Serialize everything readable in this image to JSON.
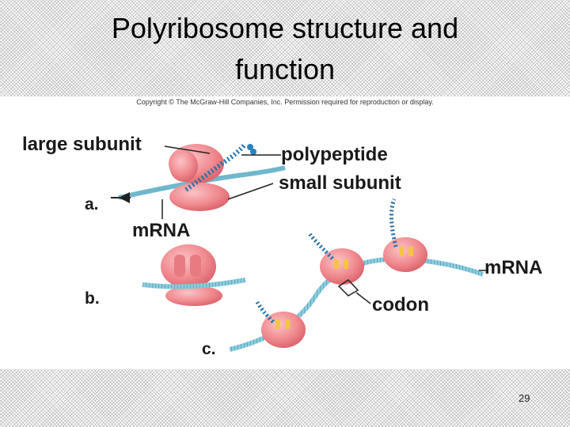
{
  "slide": {
    "title_line1": "Polyribosome structure and",
    "title_line2": "function",
    "copyright": "Copyright © The McGraw-Hill Companies, Inc. Permission required for reproduction or display.",
    "page_number": "29"
  },
  "labels": {
    "large_subunit": "large subunit",
    "polypeptide": "polypeptide",
    "small_subunit": "small subunit",
    "mrna_a": "mRNA",
    "mrna_c": "mRNA",
    "codon": "codon",
    "a": "a.",
    "b": "b.",
    "c": "c."
  },
  "colors": {
    "ribosome": "#f08a8f",
    "ribosome_dark": "#d9606a",
    "mrna": "#7fc4d6",
    "polypeptide": "#1f6fa8"
  }
}
